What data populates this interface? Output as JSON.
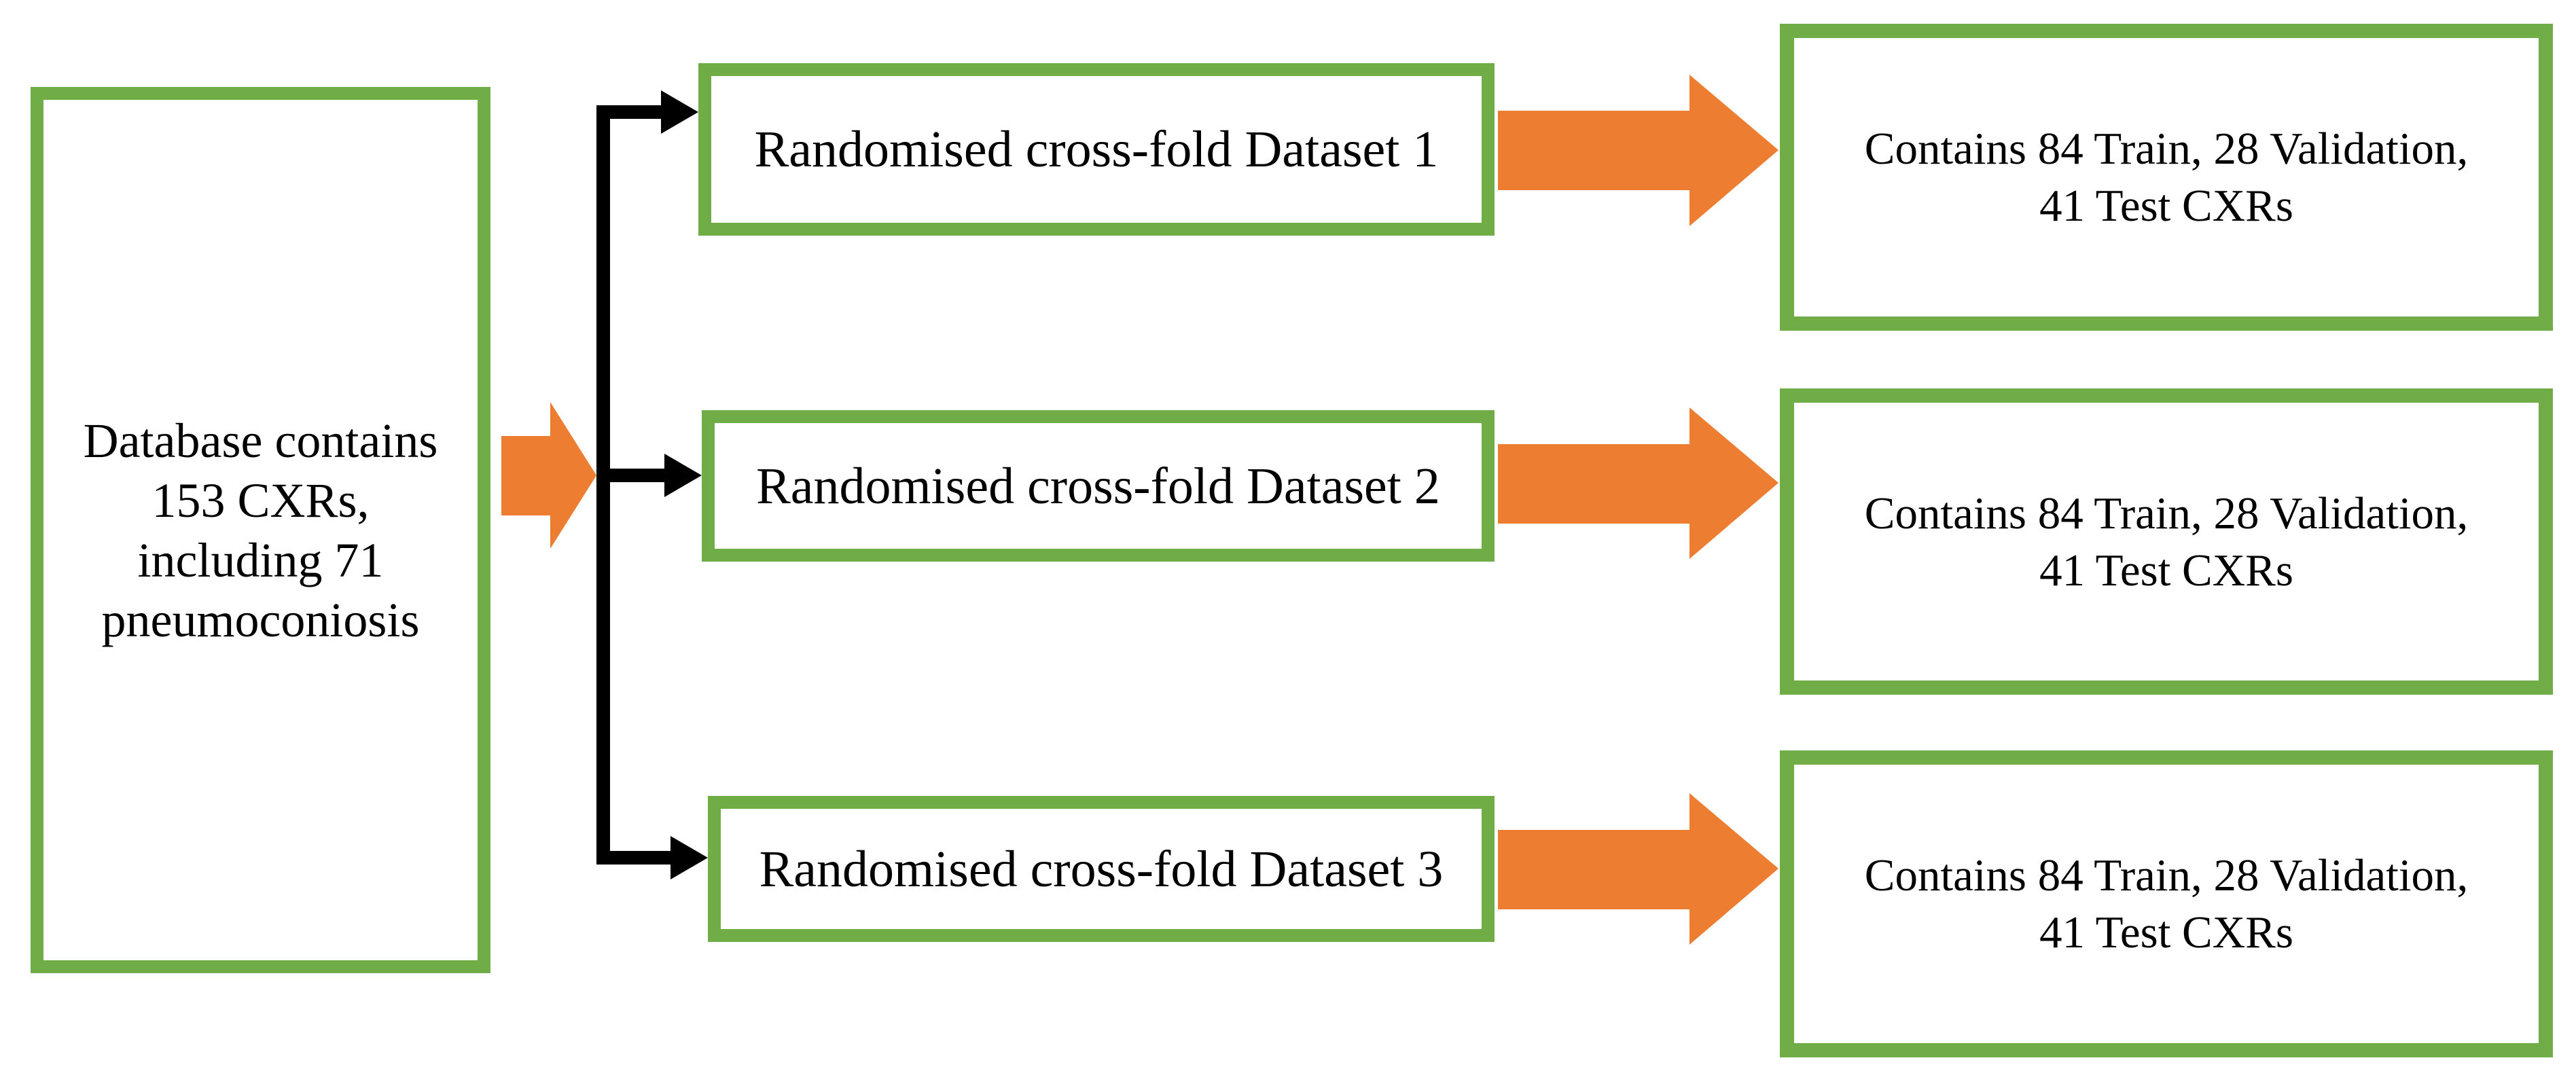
{
  "diagram": {
    "database_box": {
      "line1": "Database contains",
      "line2": "153 CXRs,",
      "line3": "including 71",
      "line4": "pneumoconiosis"
    },
    "datasets": [
      {
        "name": "Randomised cross-fold Dataset 1",
        "contains_line1": "Contains 84 Train, 28 Validation,",
        "contains_line2": "41 Test CXRs"
      },
      {
        "name": "Randomised cross-fold Dataset 2",
        "contains_line1": "Contains 84 Train, 28 Validation,",
        "contains_line2": "41 Test CXRs"
      },
      {
        "name": "Randomised cross-fold Dataset 3",
        "contains_line1": "Contains 84 Train, 28 Validation,",
        "contains_line2": "41 Test CXRs"
      }
    ],
    "colors": {
      "green_border": "#70AD47",
      "orange_arrow": "#ED7D31",
      "black_connector": "#000000",
      "text": "#000000",
      "background": "#FFFFFF"
    }
  }
}
